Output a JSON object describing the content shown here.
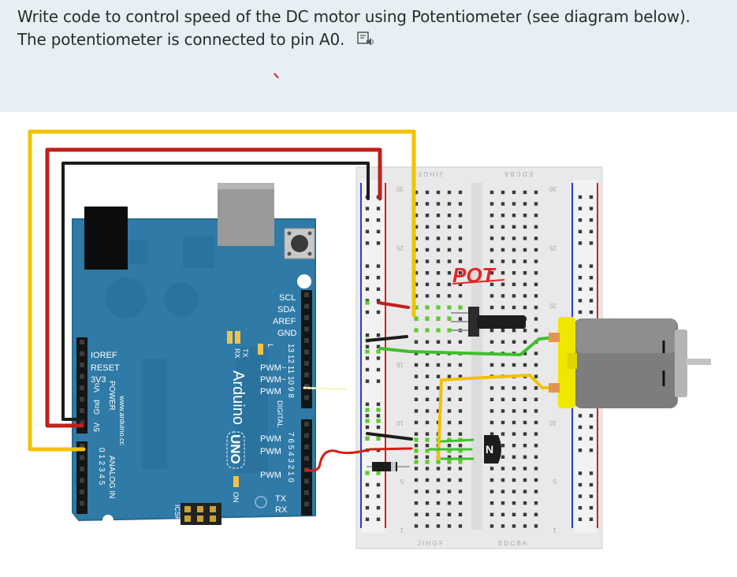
{
  "question": {
    "line1": "Write code to control speed of the DC motor using Potentiometer (see diagram below).",
    "line2": "The potentiometer is connected to pin A0.",
    "read_aloud_icon": "immersive-reader-icon"
  },
  "diagram": {
    "arduino": {
      "brand": "Arduino",
      "model": "UNO",
      "website": "www.arduino.cc",
      "power_pins": [
        "IOREF",
        "RESET",
        "3V3",
        "5V",
        "Gnd",
        "Vn"
      ],
      "header_right_top": [
        "SCL",
        "SDA",
        "AREF",
        "GND"
      ],
      "pwm_labels": [
        "PWM~",
        "PWM~",
        "PWM",
        "PWM",
        "PWM",
        "PWM"
      ],
      "digital_label": "DIGITAL",
      "digital_numbers_a": "13 12 11 10 9 8",
      "digital_numbers_b": "7 6 5 4 3 2 1 0",
      "tx_label": "TX",
      "rx_label": "RX",
      "tx_label_2": "TX",
      "rx_label_2": "RX",
      "l_label": "L",
      "on_label": "ON",
      "icsp_label": "ICSP",
      "power_label": "POWER",
      "analog_label": "ANALOG IN",
      "analog_numbers": "0 1 2 3 4 5"
    },
    "breadboard": {
      "top_letters_left": "J I H G F",
      "top_letters_right": "E D C B A",
      "row_30": "30",
      "row_25": "25",
      "row_20": "20",
      "row_15": "15",
      "row_10": "10",
      "row_5": "5",
      "row_1": "1"
    },
    "pot_annotation": "POT",
    "transistor_mark": "N",
    "colors": {
      "wire_yellow": "#f2c200",
      "wire_red": "#c0201a",
      "wire_black": "#1c1c1c",
      "wire_green": "#3fbf2e",
      "board_blue": "#2f7aa6",
      "motor_cap": "#f1e600"
    }
  }
}
